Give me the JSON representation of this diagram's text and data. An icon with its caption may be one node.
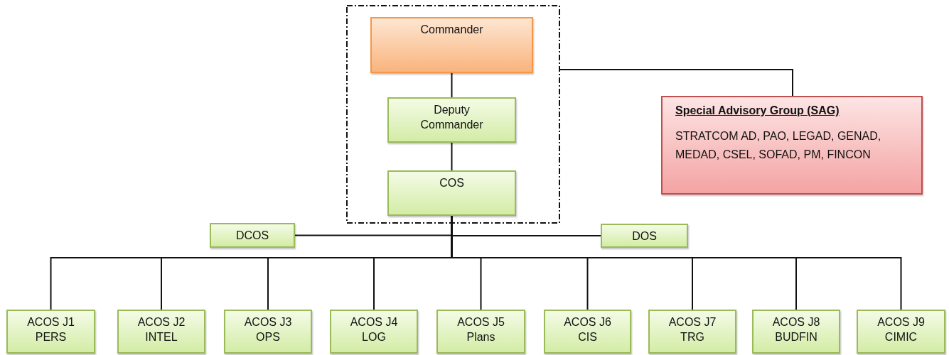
{
  "diagram": {
    "nodes": [
      {
        "text": [],
        "shape": "box"
      },
      {
        "text": [
          "Commander"
        ],
        "in": 0
      },
      {
        "text": [
          "Deputy Commander"
        ],
        "in": 0
      },
      {
        "text": [
          "COS"
        ],
        "in": 0
      },
      {
        "text": [
          "Special Advisory Group (SAG)",
          "STRATCOM AD, PAO, LEGAD, GENAD, MEDAD, CSEL, SOFAD, PM, FINCON"
        ]
      },
      {
        "text": [
          "DCOS"
        ]
      },
      {
        "text": [
          "DOS"
        ]
      },
      {
        "text": [
          "ACOS J1 PERS"
        ]
      },
      {
        "text": [
          "ACOS J2 INTEL"
        ]
      },
      {
        "text": [
          "ACOS J3 OPS"
        ]
      },
      {
        "text": [
          "ACOS J4 LOG"
        ]
      },
      {
        "text": [
          "ACOS J5 Plans"
        ]
      },
      {
        "text": [
          "ACOS J6 CIS"
        ]
      },
      {
        "text": [
          "ACOS J7 TRG"
        ]
      },
      {
        "text": [
          "ACOS J8 BUDFIN"
        ]
      },
      {
        "text": [
          "ACOS J9 CIMIC"
        ]
      }
    ],
    "edges": [
      {
        "from": 1,
        "to": 2,
        "arrow": "none"
      },
      {
        "from": 2,
        "to": 3,
        "arrow": "none"
      },
      {
        "from": 0,
        "to": 4,
        "arrow": "none"
      },
      {
        "from": 3,
        "to": 5,
        "arrow": "none"
      },
      {
        "from": 3,
        "to": 6,
        "arrow": "none"
      },
      {
        "from": 3,
        "to": 7,
        "arrow": "none"
      },
      {
        "from": 3,
        "to": 8,
        "arrow": "none"
      },
      {
        "from": 3,
        "to": 9,
        "arrow": "none"
      },
      {
        "from": 3,
        "to": 10,
        "arrow": "none"
      },
      {
        "from": 3,
        "to": 11,
        "arrow": "none"
      },
      {
        "from": 3,
        "to": 12,
        "arrow": "none"
      },
      {
        "from": 3,
        "to": 13,
        "arrow": "none"
      },
      {
        "from": 3,
        "to": 14,
        "arrow": "none"
      },
      {
        "from": 3,
        "to": 15,
        "arrow": "none"
      }
    ]
  }
}
